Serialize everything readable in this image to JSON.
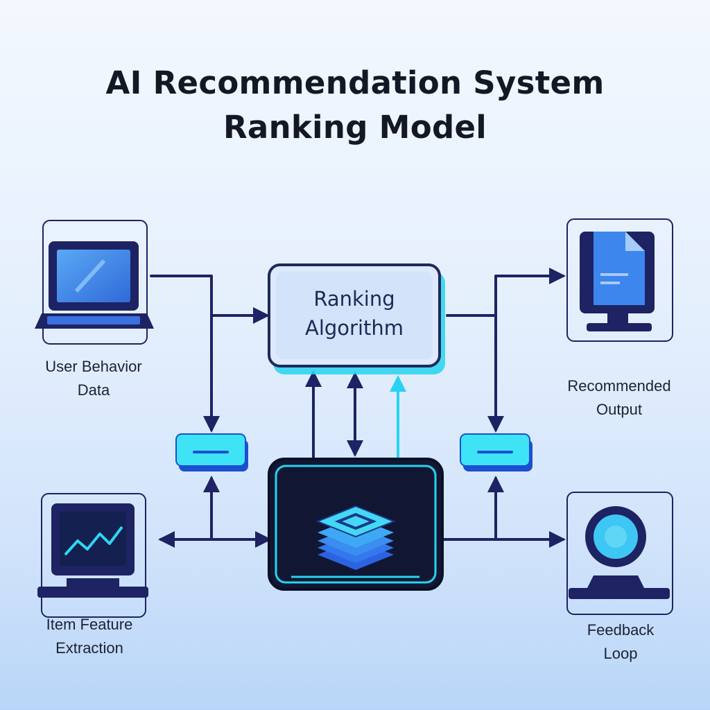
{
  "title": {
    "line1": "AI Recommendation System",
    "line2": "Ranking Model"
  },
  "nodes": {
    "ranking_algorithm": {
      "line1": "Ranking",
      "line2": "Algorithm"
    },
    "user_behavior": {
      "line1": "User Behavior",
      "line2": "Data",
      "icon": "laptop-icon"
    },
    "item_feature": {
      "line1": "Item Feature",
      "line2": "Extraction",
      "icon": "chart-monitor-icon"
    },
    "recommended_output": {
      "line1": "Recommended",
      "line2": "Output",
      "icon": "document-monitor-icon"
    },
    "feedback_loop": {
      "line1": "Feedback",
      "line2": "Loop",
      "icon": "cycle-icon"
    },
    "model_core": {
      "icon": "layers-stack-icon"
    },
    "left_connector": {
      "icon": "connector-chip-icon"
    },
    "right_connector": {
      "icon": "connector-chip-icon"
    }
  },
  "colors": {
    "line": "#1d2363",
    "accent": "#28d3ef",
    "dark_panel": "#111733",
    "node_fill": "#dfeafc",
    "node_border": "#1f2a5a"
  }
}
